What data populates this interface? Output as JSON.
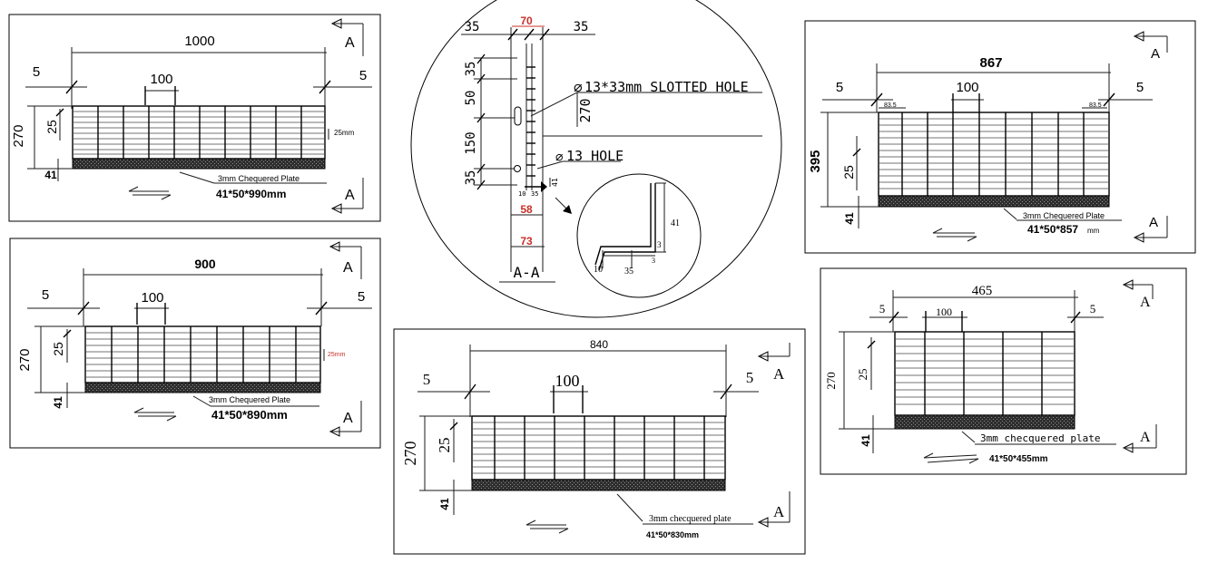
{
  "panel1": {
    "overall": "1000",
    "end_left": "5",
    "end_right": "5",
    "pitch": "100",
    "height": "270",
    "bar": "25",
    "bar_pitch": "25mm",
    "plate_h": "41",
    "plate_label": "3mm Chequered Plate",
    "size": "41*50*990mm",
    "section": "A"
  },
  "panel2": {
    "overall": "900",
    "end_left": "5",
    "end_right": "5",
    "pitch": "100",
    "height": "270",
    "bar": "25",
    "bar_pitch": "25mm",
    "plate_h": "41",
    "plate_label": "3mm Chequered Plate",
    "size": "41*50*890mm",
    "section": "A"
  },
  "section_view": {
    "top_w": "70",
    "top_l": "35",
    "top_r": "35",
    "d1": "35",
    "d2": "50",
    "d3": "150",
    "d4": "35",
    "slot_label": "13*33mm SLOTTED HOLE",
    "hole_label": "13 HOLE",
    "vertical": "270",
    "small_a": "10",
    "small_b": "35",
    "small_c": "41",
    "w58": "58",
    "w73": "73",
    "title": "A-A",
    "detail_h": "41",
    "detail_t1": "3",
    "detail_t2": "3",
    "detail_a": "10",
    "detail_b": "35"
  },
  "panel3": {
    "overall": "840",
    "end_left": "5",
    "end_right": "5",
    "pitch": "100",
    "height": "270",
    "bar": "25",
    "plate_h": "41",
    "plate_label": "3mm checquered plate",
    "size": "41*50*830mm",
    "section": "A"
  },
  "panel4": {
    "overall": "867",
    "end_left": "5",
    "end_right": "5",
    "pitch": "100",
    "offset_l": "83.5",
    "offset_r": "83.5",
    "height": "395",
    "bar": "25",
    "plate_h": "41",
    "plate_label": "3mm Chequered Plate",
    "size": "41*50*857",
    "size_unit": "mm",
    "section": "A"
  },
  "panel5": {
    "overall": "465",
    "end_left": "5",
    "end_right": "5",
    "pitch": "100",
    "height": "270",
    "bar": "25",
    "plate_h": "41",
    "plate_label": "3mm checquered plate",
    "size": "41*50*455mm",
    "section": "A"
  }
}
